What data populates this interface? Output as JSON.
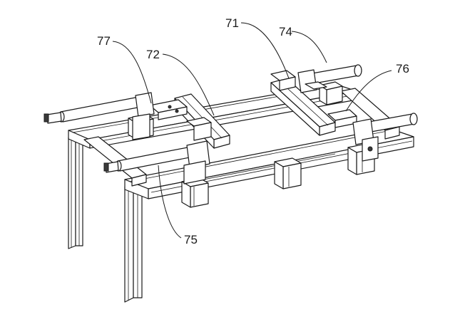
{
  "figure": {
    "labels": {
      "r71": "71",
      "r72": "72",
      "r74": "74",
      "r75": "75",
      "r76": "76",
      "r77": "77"
    }
  }
}
